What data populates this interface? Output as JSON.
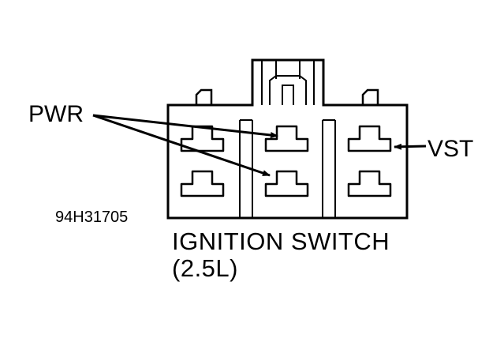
{
  "diagram": {
    "component_label": "IGNITION SWITCH",
    "engine_label": "(2.5L)",
    "figure_code": "94H31705",
    "terminal_labels": {
      "power": "PWR",
      "start": "VST"
    },
    "line_color": "#000000",
    "background_color": "#ffffff"
  }
}
